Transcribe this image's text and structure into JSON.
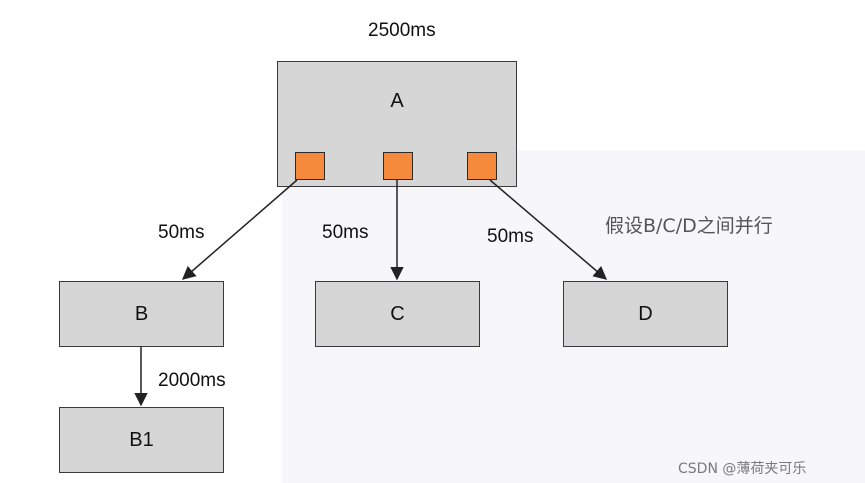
{
  "diagram": {
    "top_label": "2500ms",
    "nodes": {
      "A": "A",
      "B": "B",
      "C": "C",
      "D": "D",
      "B1": "B1"
    },
    "edges": {
      "a_to_b": "50ms",
      "a_to_c": "50ms",
      "a_to_d": "50ms",
      "b_to_b1": "2000ms"
    },
    "note": "假设B/C/D之间并行"
  },
  "colors": {
    "box_fill": "#d6d6d6",
    "box_border": "#3a3a3a",
    "port_fill": "#f58a3c"
  },
  "watermark": "CSDN @薄荷夹可乐"
}
